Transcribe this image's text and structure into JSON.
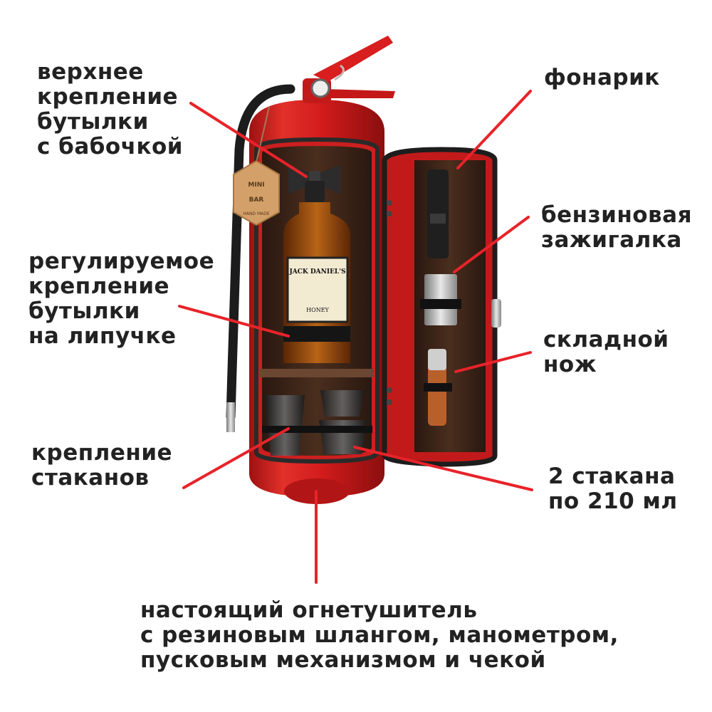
{
  "labels": {
    "top_mount": [
      "верхнее",
      "крепление",
      "бутылки",
      "с бабочкой"
    ],
    "adjustable_mount": [
      "регулируемое",
      "крепление",
      "бутылки",
      "на липучке"
    ],
    "glass_mount": [
      "крепление",
      "стаканов"
    ],
    "flashlight": [
      "фонарик"
    ],
    "lighter": [
      "бензиновая",
      "зажигалка"
    ],
    "knife": [
      "складной",
      "нож"
    ],
    "glasses": [
      "2 стакана",
      "по 210 мл"
    ],
    "extinguisher": [
      "настоящий огнетушитель",
      "с резиновым шлангом, манометром,",
      "пусковым механизмом и чекой"
    ]
  },
  "bottle_label": {
    "brand": "JACK DANIEL'S",
    "variety": "HONEY"
  },
  "tag_text": [
    "MINI",
    "BAR",
    "HAND MADE"
  ],
  "colors": {
    "callout_line": "#e8232a",
    "extinguisher_red": "#d81e1e",
    "interior_wood": "#3a2418",
    "text": "#222222"
  }
}
